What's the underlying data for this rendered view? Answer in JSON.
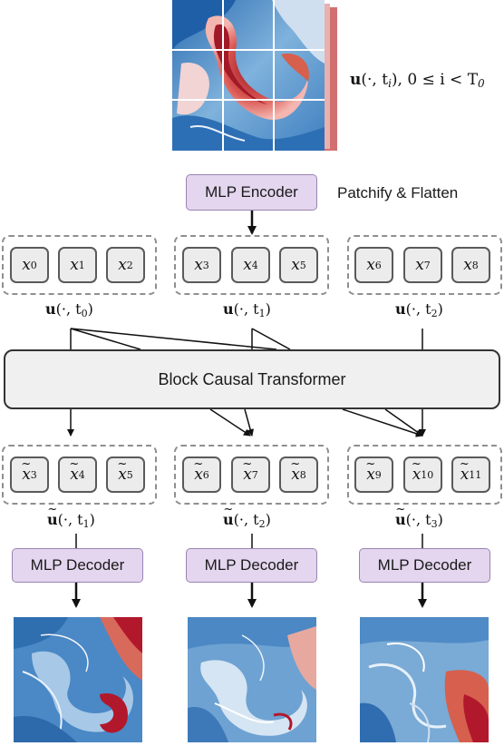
{
  "input_label": "u(·, tᵢ), 0 ≤ i < T₀",
  "input_label_parts": {
    "bold_u": "u",
    "rest": "(·, t",
    "sub": "i",
    "tail": "), 0 ≤ i < T",
    "tail_sub": "0"
  },
  "encoder_label": "MLP Encoder",
  "patchify_label": "Patchify & Flatten",
  "transformer_label": "Block Causal Transformer",
  "decoder_label": "MLP Decoder",
  "input_groups": [
    {
      "tokens": [
        "0",
        "1",
        "2"
      ],
      "label_sub": "0"
    },
    {
      "tokens": [
        "3",
        "4",
        "5"
      ],
      "label_sub": "1"
    },
    {
      "tokens": [
        "6",
        "7",
        "8"
      ],
      "label_sub": "2"
    }
  ],
  "output_groups": [
    {
      "tokens": [
        "3",
        "4",
        "5"
      ],
      "label_sub": "1"
    },
    {
      "tokens": [
        "6",
        "7",
        "8"
      ],
      "label_sub": "2"
    },
    {
      "tokens": [
        "9",
        "10",
        "11"
      ],
      "label_sub": "3"
    }
  ],
  "token_symbol": "x",
  "field_symbol": "u",
  "label_open": "(·, t",
  "label_close": ")",
  "colors": {
    "encoder_fill": "#e3d6ee",
    "encoder_border": "#9b83b3",
    "field_red": "#b2182b",
    "field_blue": "#2166ac"
  }
}
